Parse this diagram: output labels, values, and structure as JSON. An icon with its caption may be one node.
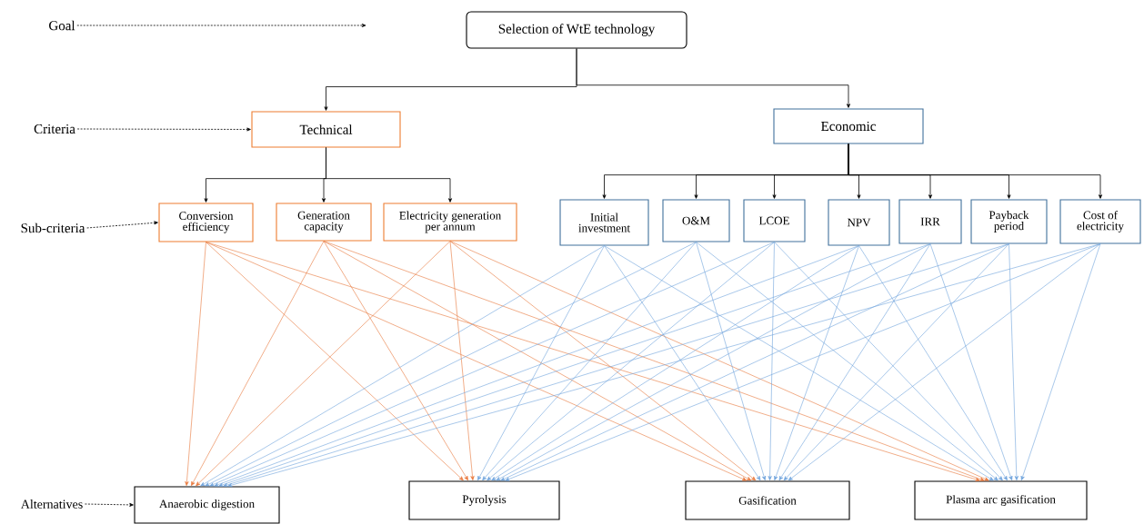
{
  "diagram": {
    "nodes": [
      {
        "text": [
          "Goal"
        ]
      },
      {
        "text": [
          "Selection of WtE technology"
        ]
      },
      {
        "text": [
          "Criteria"
        ]
      },
      {
        "text": [
          "Technical"
        ]
      },
      {
        "text": [
          "Economic"
        ]
      },
      {
        "text": [
          "Sub-criteria"
        ]
      },
      {
        "text": [
          "Conversion efficiency"
        ]
      },
      {
        "text": [
          "Generation capacity"
        ]
      },
      {
        "text": [
          "Electricity generation per annum"
        ]
      },
      {
        "text": [
          "Initial investment"
        ]
      },
      {
        "text": [
          "O&M"
        ]
      },
      {
        "text": [
          "LCOE"
        ]
      },
      {
        "text": [
          "NPV"
        ]
      },
      {
        "text": [
          "IRR"
        ]
      },
      {
        "text": [
          "Payback period"
        ]
      },
      {
        "text": [
          "Cost of electricity"
        ]
      },
      {
        "text": [
          "Alternatives"
        ]
      },
      {
        "text": [
          "Anaerobic digestion"
        ]
      },
      {
        "text": [
          "Pyrolysis"
        ]
      },
      {
        "text": [
          "Gasification"
        ]
      },
      {
        "text": [
          "Plasma arc gasification"
        ]
      }
    ],
    "edges": [
      {
        "from": 0,
        "to": null,
        "arrow": "to",
        "style": "dashed",
        "color": "#000000"
      },
      {
        "from": 2,
        "to": 3,
        "arrow": "to",
        "style": "dashed",
        "color": "#000000"
      },
      {
        "from": 5,
        "to": 6,
        "arrow": "to",
        "style": "dashed",
        "color": "#000000"
      },
      {
        "from": 16,
        "to": 17,
        "arrow": "to",
        "style": "dashed",
        "color": "#000000"
      },
      {
        "from": 1,
        "to": 3,
        "arrow": "to",
        "color": "#000000"
      },
      {
        "from": 1,
        "to": 4,
        "arrow": "to",
        "color": "#000000"
      },
      {
        "from": 3,
        "to": 6,
        "arrow": "to",
        "color": "#000000"
      },
      {
        "from": 3,
        "to": 7,
        "arrow": "to",
        "color": "#000000"
      },
      {
        "from": 3,
        "to": 8,
        "arrow": "to",
        "color": "#000000"
      },
      {
        "from": 4,
        "to": 9,
        "arrow": "to",
        "color": "#000000"
      },
      {
        "from": 4,
        "to": 10,
        "arrow": "to",
        "color": "#000000"
      },
      {
        "from": 4,
        "to": 11,
        "arrow": "to",
        "color": "#000000"
      },
      {
        "from": 4,
        "to": 12,
        "arrow": "to",
        "color": "#000000"
      },
      {
        "from": 4,
        "to": 13,
        "arrow": "to",
        "color": "#000000"
      },
      {
        "from": 4,
        "to": 14,
        "arrow": "to",
        "color": "#000000"
      },
      {
        "from": 4,
        "to": 15,
        "arrow": "to",
        "color": "#000000"
      },
      {
        "from": 6,
        "to": 17,
        "arrow": "to",
        "color": "#e8773a"
      },
      {
        "from": 6,
        "to": 18,
        "arrow": "to",
        "color": "#e8773a"
      },
      {
        "from": 6,
        "to": 19,
        "arrow": "to",
        "color": "#e8773a"
      },
      {
        "from": 6,
        "to": 20,
        "arrow": "to",
        "color": "#e8773a"
      },
      {
        "from": 7,
        "to": 17,
        "arrow": "to",
        "color": "#e8773a"
      },
      {
        "from": 7,
        "to": 18,
        "arrow": "to",
        "color": "#e8773a"
      },
      {
        "from": 7,
        "to": 19,
        "arrow": "to",
        "color": "#e8773a"
      },
      {
        "from": 7,
        "to": 20,
        "arrow": "to",
        "color": "#e8773a"
      },
      {
        "from": 8,
        "to": 17,
        "arrow": "to",
        "color": "#e8773a"
      },
      {
        "from": 8,
        "to": 18,
        "arrow": "to",
        "color": "#e8773a"
      },
      {
        "from": 8,
        "to": 19,
        "arrow": "to",
        "color": "#e8773a"
      },
      {
        "from": 8,
        "to": 20,
        "arrow": "to",
        "color": "#e8773a"
      },
      {
        "from": 9,
        "to": 17,
        "arrow": "to",
        "color": "#6fa3dc"
      },
      {
        "from": 9,
        "to": 18,
        "arrow": "to",
        "color": "#6fa3dc"
      },
      {
        "from": 9,
        "to": 19,
        "arrow": "to",
        "color": "#6fa3dc"
      },
      {
        "from": 9,
        "to": 20,
        "arrow": "to",
        "color": "#6fa3dc"
      },
      {
        "from": 10,
        "to": 17,
        "arrow": "to",
        "color": "#6fa3dc"
      },
      {
        "from": 10,
        "to": 18,
        "arrow": "to",
        "color": "#6fa3dc"
      },
      {
        "from": 10,
        "to": 19,
        "arrow": "to",
        "color": "#6fa3dc"
      },
      {
        "from": 10,
        "to": 20,
        "arrow": "to",
        "color": "#6fa3dc"
      },
      {
        "from": 11,
        "to": 17,
        "arrow": "to",
        "color": "#6fa3dc"
      },
      {
        "from": 11,
        "to": 18,
        "arrow": "to",
        "color": "#6fa3dc"
      },
      {
        "from": 11,
        "to": 19,
        "arrow": "to",
        "color": "#6fa3dc"
      },
      {
        "from": 11,
        "to": 20,
        "arrow": "to",
        "color": "#6fa3dc"
      },
      {
        "from": 12,
        "to": 17,
        "arrow": "to",
        "color": "#6fa3dc"
      },
      {
        "from": 12,
        "to": 18,
        "arrow": "to",
        "color": "#6fa3dc"
      },
      {
        "from": 12,
        "to": 19,
        "arrow": "to",
        "color": "#6fa3dc"
      },
      {
        "from": 12,
        "to": 20,
        "arrow": "to",
        "color": "#6fa3dc"
      },
      {
        "from": 13,
        "to": 17,
        "arrow": "to",
        "color": "#6fa3dc"
      },
      {
        "from": 13,
        "to": 18,
        "arrow": "to",
        "color": "#6fa3dc"
      },
      {
        "from": 13,
        "to": 19,
        "arrow": "to",
        "color": "#6fa3dc"
      },
      {
        "from": 13,
        "to": 20,
        "arrow": "to",
        "color": "#6fa3dc"
      },
      {
        "from": 14,
        "to": 17,
        "arrow": "to",
        "color": "#6fa3dc"
      },
      {
        "from": 14,
        "to": 18,
        "arrow": "to",
        "color": "#6fa3dc"
      },
      {
        "from": 14,
        "to": 19,
        "arrow": "to",
        "color": "#6fa3dc"
      },
      {
        "from": 14,
        "to": 20,
        "arrow": "to",
        "color": "#6fa3dc"
      },
      {
        "from": 15,
        "to": 17,
        "arrow": "to",
        "color": "#6fa3dc"
      },
      {
        "from": 15,
        "to": 18,
        "arrow": "to",
        "color": "#6fa3dc"
      },
      {
        "from": 15,
        "to": 19,
        "arrow": "to",
        "color": "#6fa3dc"
      },
      {
        "from": 15,
        "to": 20,
        "arrow": "to",
        "color": "#6fa3dc"
      }
    ]
  }
}
